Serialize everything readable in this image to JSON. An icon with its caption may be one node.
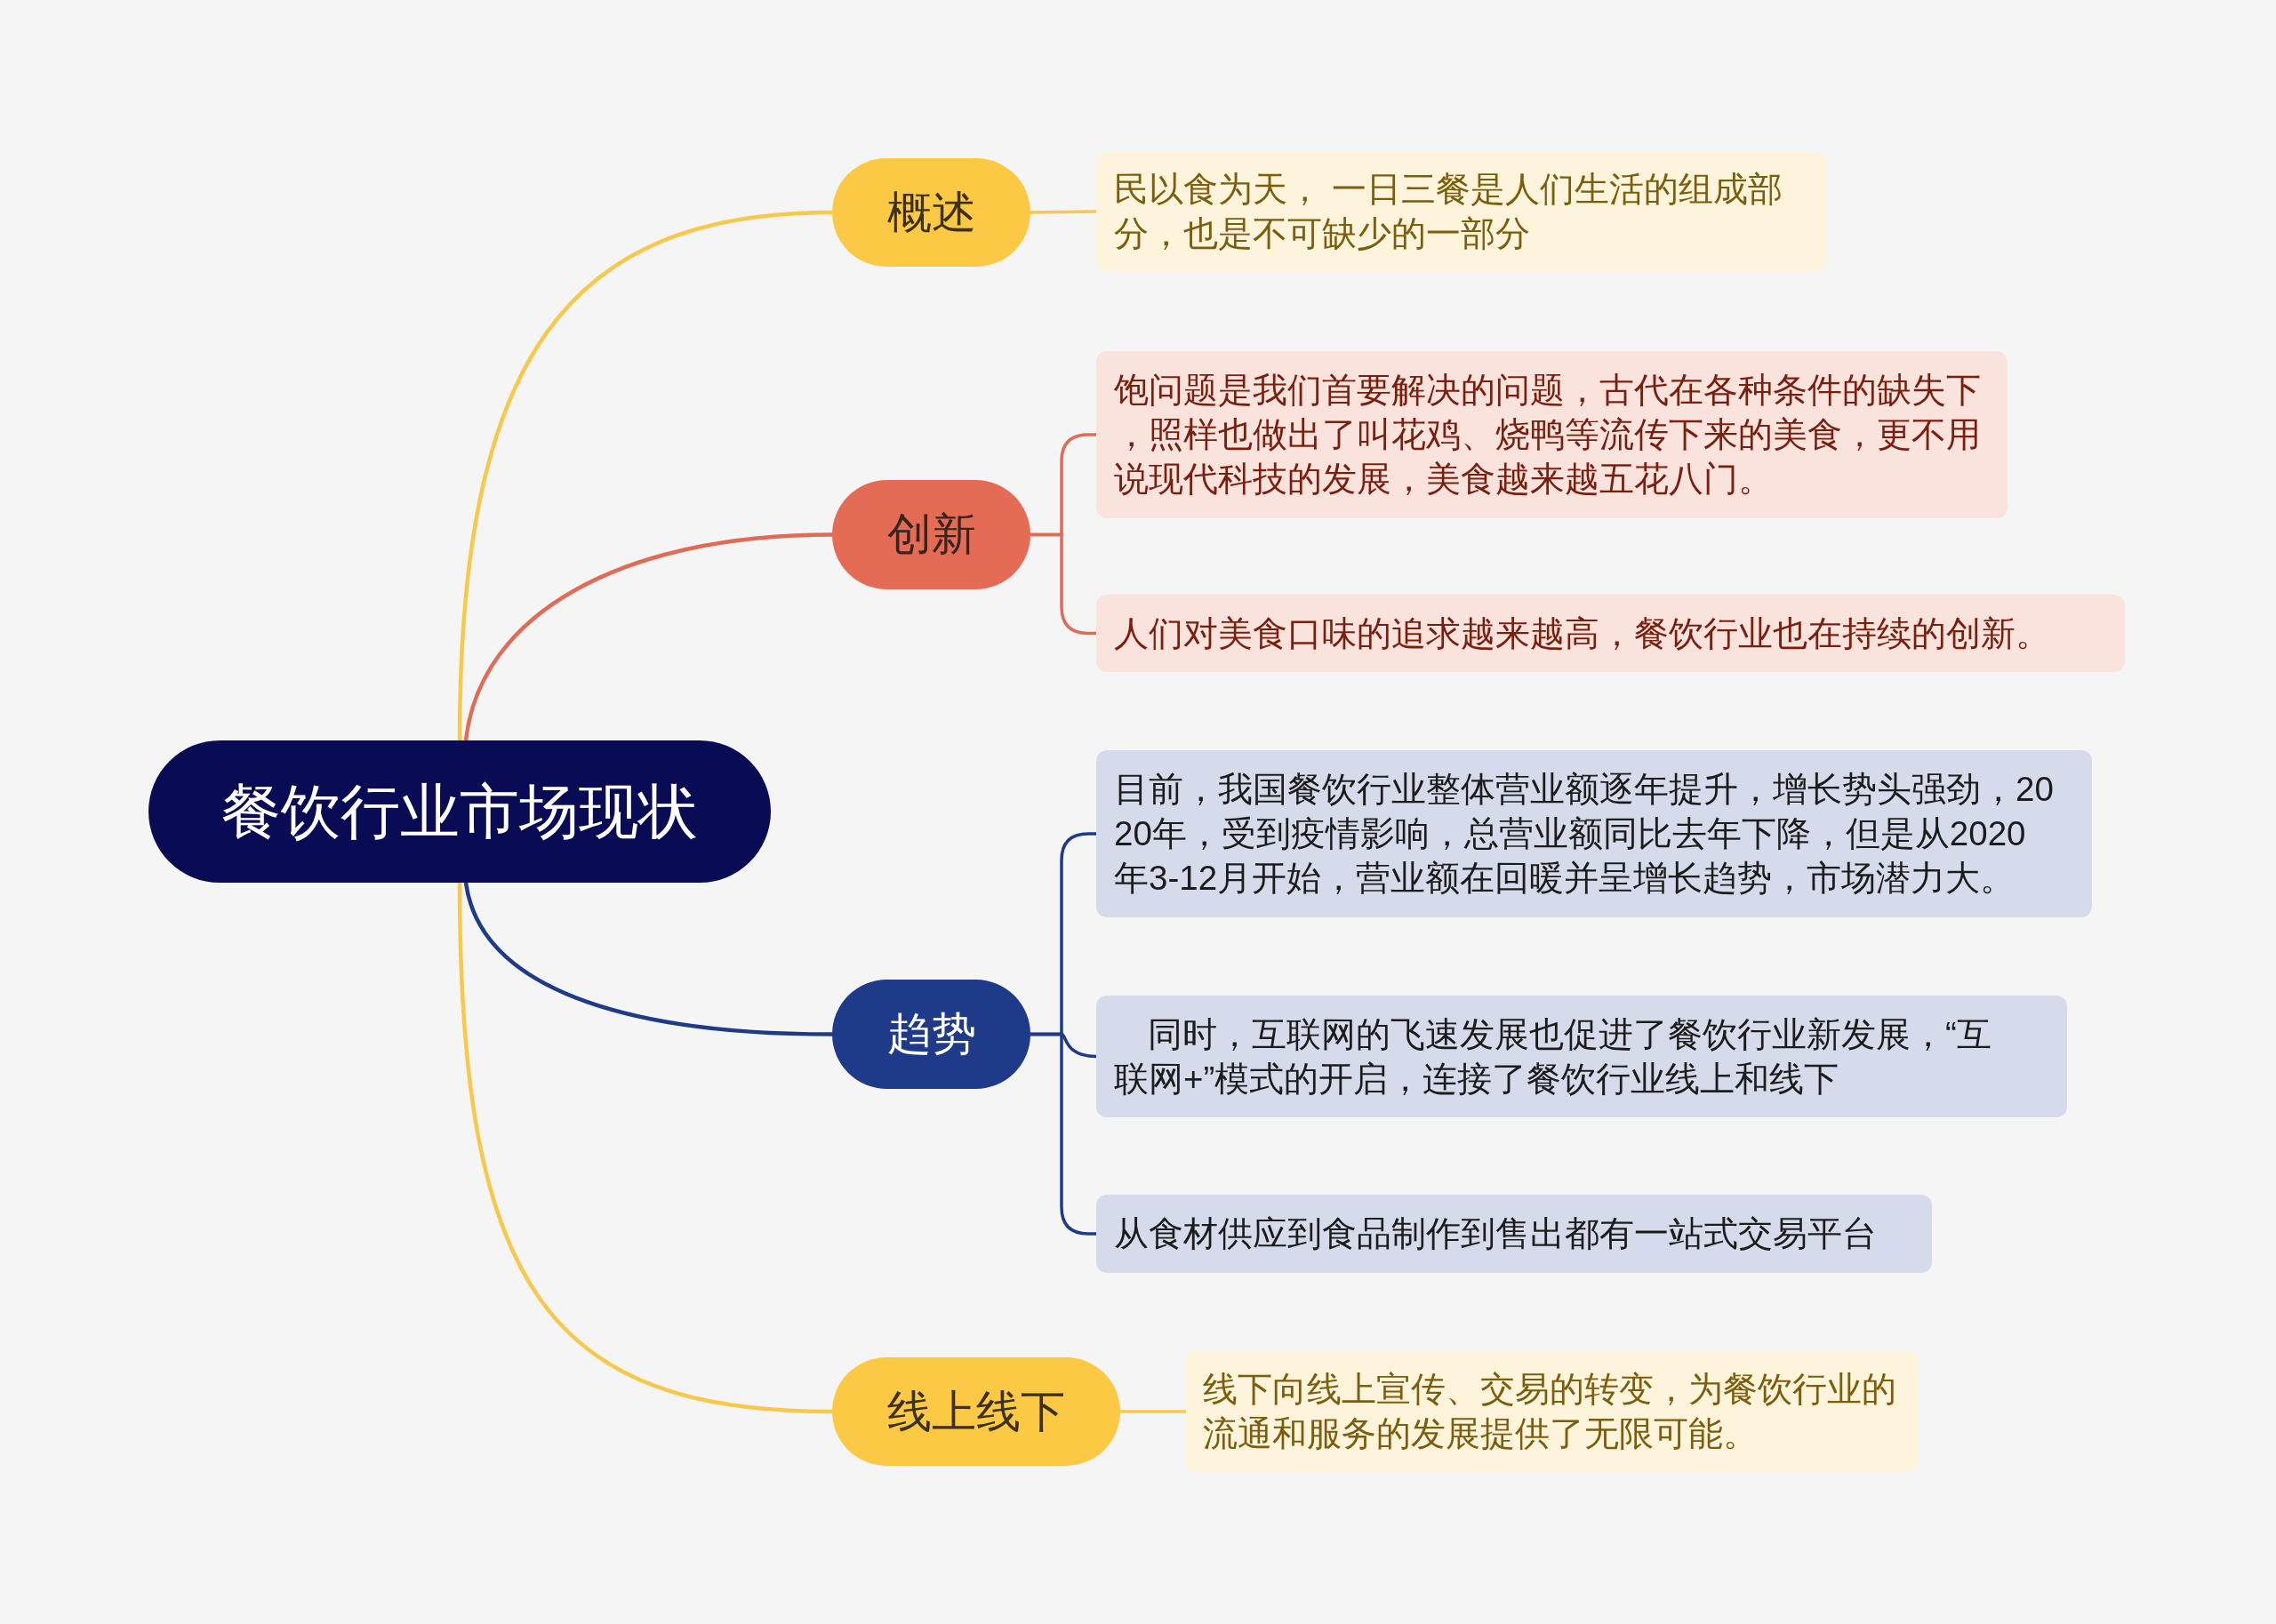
{
  "diagram": {
    "nodes": [
      {
        "text": [
          "餐饮行业市场现状"
        ]
      },
      {
        "text": [
          "概述"
        ]
      },
      {
        "text": [
          "民以食为天， 一日三餐是人们生活的组成部分，也是不可缺少的一部分"
        ]
      },
      {
        "text": [
          "创新"
        ]
      },
      {
        "text": [
          "饱问题是我们首要解决的问题，古代在各种条件的缺失下，照样也做出了叫花鸡、烧鸭等流传下来的美食，更不用说现代科技的发展，美食越来越五花八门。"
        ]
      },
      {
        "text": [
          "人们对美食口味的追求越来越高，餐饮行业也在持续的创新。"
        ]
      },
      {
        "text": [
          "趋势"
        ]
      },
      {
        "text": [
          "目前，我国餐饮行业整体营业额逐年提升，增长势头强劲，2020年，受到疫情影响，总营业额同比去年下降，但是从2020年3-12月开始，营业额在回暖并呈增长趋势，市场潜力大。"
        ]
      },
      {
        "text": [
          "同时，互联网的飞速发展也促进了餐饮行业新发展，“互联网+”模式的开启，连接了餐饮行业线上和线下"
        ]
      },
      {
        "text": [
          "从食材供应到食品制作到售出都有一站式交易平台"
        ]
      },
      {
        "text": [
          "线上线下"
        ]
      },
      {
        "text": [
          "线下向线上宣传、交易的转变，为餐饮行业的流通和服务的发展提供了无限可能。"
        ]
      }
    ],
    "edges": [
      {
        "from": 0,
        "to": 1,
        "arrow": "none",
        "color": "#f7c84c"
      },
      {
        "from": 1,
        "to": 2,
        "arrow": "none",
        "color": "#f7c84c"
      },
      {
        "from": 0,
        "to": 3,
        "arrow": "none",
        "color": "#e06b56"
      },
      {
        "from": 3,
        "to": 4,
        "arrow": "none",
        "color": "#e06b56"
      },
      {
        "from": 3,
        "to": 5,
        "arrow": "none",
        "color": "#e06b56"
      },
      {
        "from": 0,
        "to": 6,
        "arrow": "none",
        "color": "#1f3a87"
      },
      {
        "from": 6,
        "to": 7,
        "arrow": "none",
        "color": "#1f3a87"
      },
      {
        "from": 6,
        "to": 8,
        "arrow": "none",
        "color": "#1f3a87"
      },
      {
        "from": 6,
        "to": 9,
        "arrow": "none",
        "color": "#1f3a87"
      },
      {
        "from": 0,
        "to": 10,
        "arrow": "none",
        "color": "#f7c84c"
      },
      {
        "from": 10,
        "to": 11,
        "arrow": "none",
        "color": "#f7c84c"
      }
    ]
  }
}
